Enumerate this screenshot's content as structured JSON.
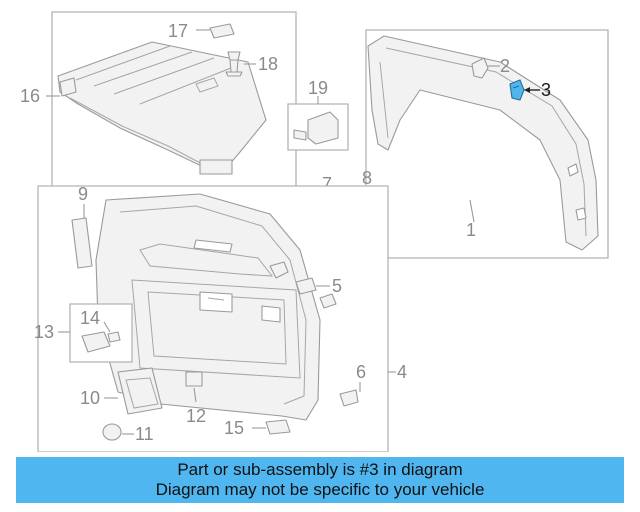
{
  "callouts": {
    "c1": "1",
    "c2": "2",
    "c3": "3",
    "c4": "4",
    "c5": "5",
    "c6": "6",
    "c7": "7",
    "c8": "8",
    "c9": "9",
    "c10": "10",
    "c11": "11",
    "c12": "12",
    "c13": "13",
    "c14": "14",
    "c15": "15",
    "c16": "16",
    "c17": "17",
    "c18": "18",
    "c19": "19"
  },
  "highlighted_part": "3",
  "colors": {
    "banner": "#4fb6f0",
    "highlight": "#4fb6f0",
    "line_art": "#9a9a9a"
  },
  "banner": {
    "line1": "Part or sub-assembly is #3 in diagram",
    "line2": "Diagram may not be specific to your vehicle"
  }
}
